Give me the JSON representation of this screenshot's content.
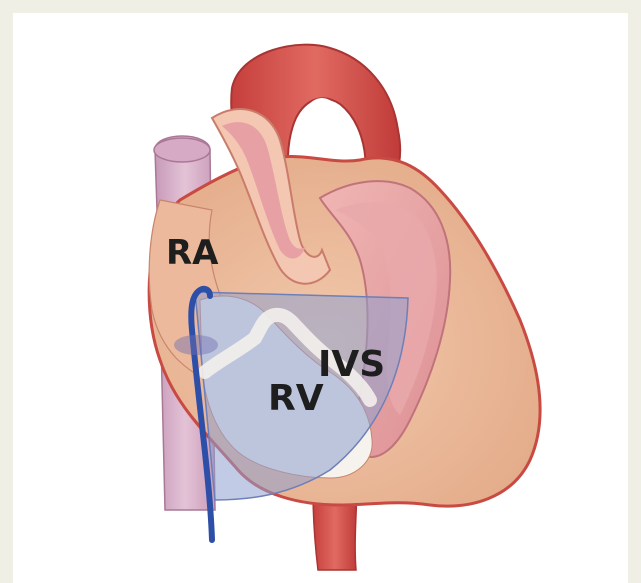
{
  "labels": {
    "ra": "RA",
    "ivs": "IVS",
    "rv": "RV"
  },
  "colors": {
    "background": "#efefe6",
    "panel": "#ffffff",
    "heart_wall": "#e8b496",
    "heart_outline": "#c84a42",
    "chamber_interior": "#e7a1a4",
    "aorta": "#d44b47",
    "vena_cava": "#d9b1c6",
    "ultrasound_sector": "#8ea0cf",
    "catheter": "#2e4fa8",
    "text": "#1e1e1e"
  }
}
